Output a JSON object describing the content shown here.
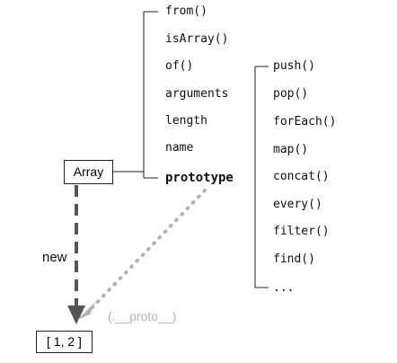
{
  "array_node": {
    "label": "Array"
  },
  "instance_node": {
    "label": "[ 1, 2 ]"
  },
  "new_label": "new",
  "proto_label": "(.__proto__)",
  "static_members": [
    "from()",
    "isArray()",
    "of()",
    "arguments",
    "length",
    "name"
  ],
  "prototype_label": "prototype",
  "prototype_methods": [
    "push()",
    "pop()",
    "forEach()",
    "map()",
    "concat()",
    "every()",
    "filter()",
    "find()",
    "..."
  ],
  "colors": {
    "line": "#222222",
    "dashed_arrow": "#555555",
    "dotted_proto": "#b3b3b3"
  }
}
